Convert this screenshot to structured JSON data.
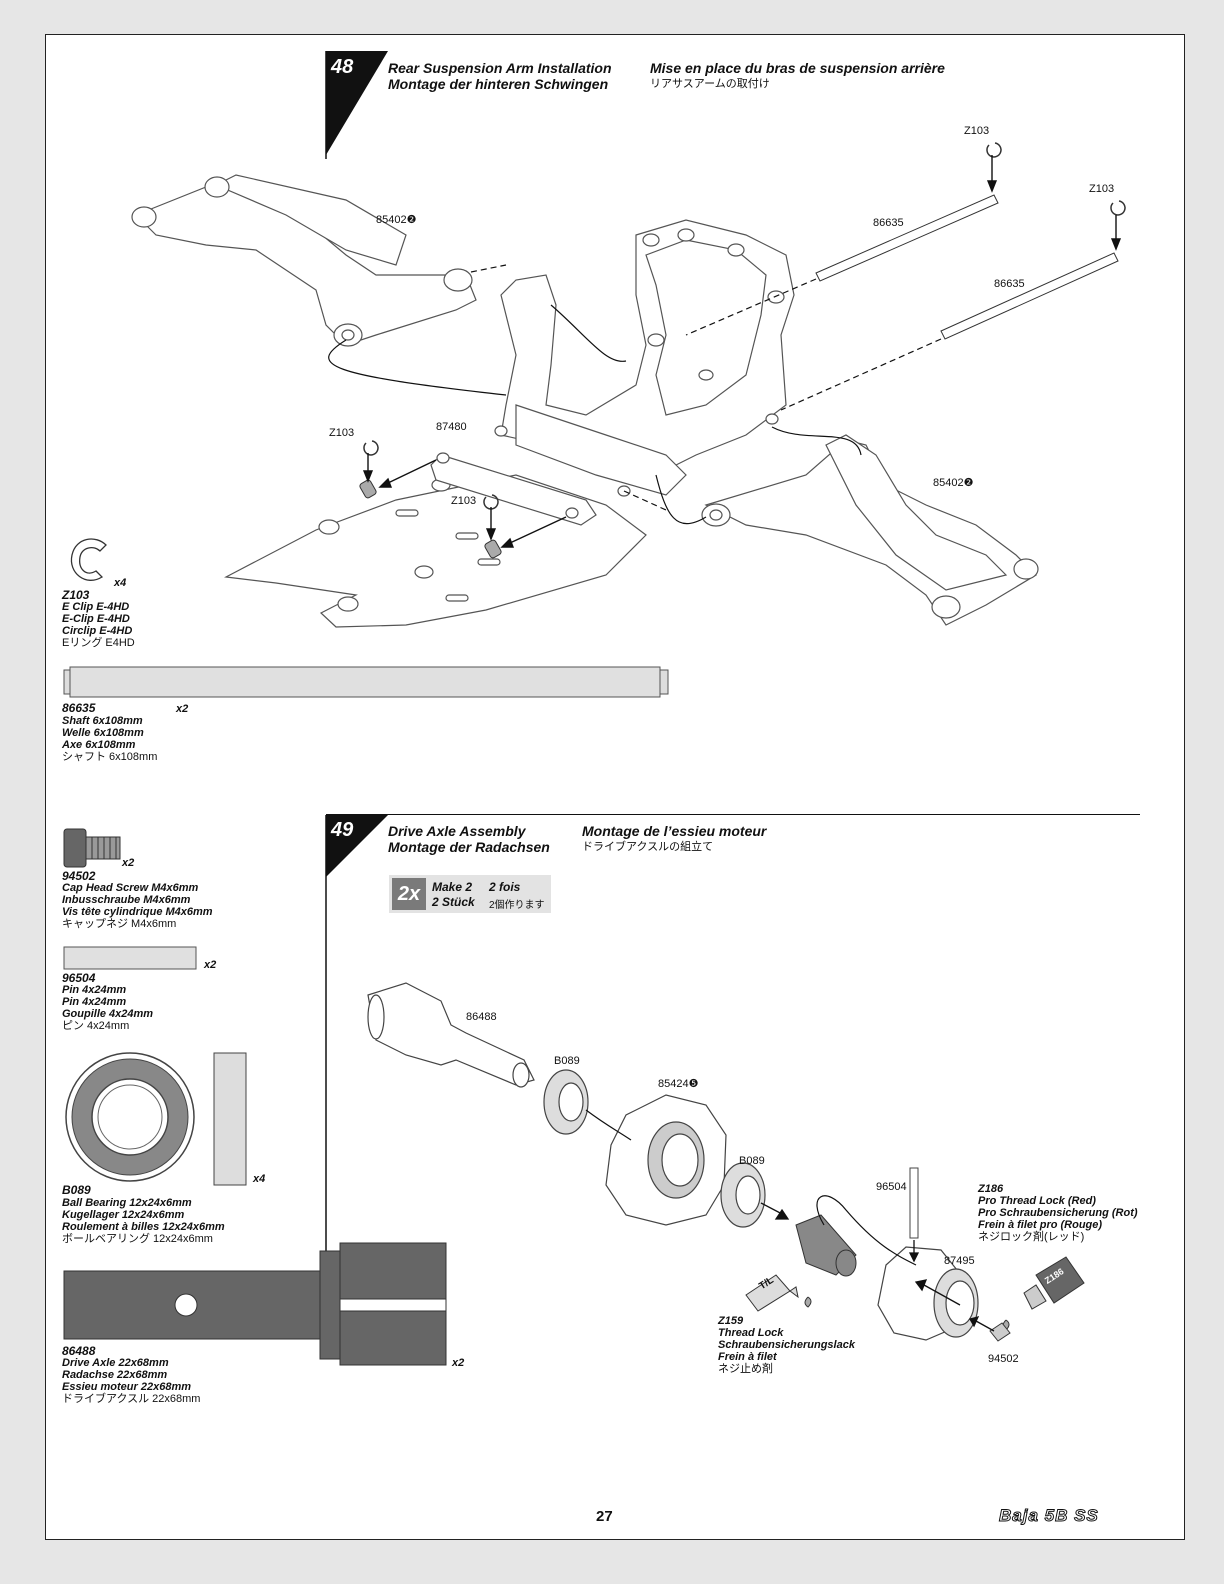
{
  "step48": {
    "number": "48",
    "title_en": "Rear Suspension Arm Installation",
    "title_de": "Montage der hinteren Schwingen",
    "title_fr": "Mise en place du bras de suspension arrière",
    "title_jp": "リアサスアームの取付け",
    "callouts": {
      "arm_left": "85402❷",
      "arm_right": "85402❷",
      "shaft_top": "86635",
      "shaft_mid": "86635",
      "clip_a": "Z103",
      "clip_b": "Z103",
      "clip_c": "Z103",
      "clip_d": "Z103",
      "plate": "87480"
    }
  },
  "step49": {
    "number": "49",
    "title_en": "Drive Axle Assembly",
    "title_de": "Montage der Radachsen",
    "title_fr": "Montage de l’essieu moteur",
    "title_jp": "ドライブアクスルの組立て",
    "make_badge": "2x",
    "make_en": "Make 2",
    "make_de": "2 Stück",
    "make_fr": "2 fois",
    "make_jp": "2個作ります",
    "callouts": {
      "axle": "86488",
      "bearing_a": "B089",
      "bearing_b": "B089",
      "carrier": "85424❺",
      "pin": "96504",
      "hex": "87495",
      "screw": "94502"
    },
    "z186": {
      "code": "Z186",
      "en": "Pro Thread Lock (Red)",
      "de": "Pro Schraubensicherung (Rot)",
      "fr": "Frein à filet pro (Rouge)",
      "jp": "ネジロック剤(レッド)"
    },
    "z159": {
      "code": "Z159",
      "en": "Thread Lock",
      "de": "Schraubensicherungslack",
      "fr": "Frein à filet",
      "jp": "ネジ止め剤",
      "tube_label": "T/L"
    },
    "z186_bottle_label": "Z186"
  },
  "parts": [
    {
      "code": "Z103",
      "en": "E Clip E-4HD",
      "de": "E-Clip E-4HD",
      "fr": "Circlip E-4HD",
      "jp": "Eリング E4HD",
      "qty": "x4"
    },
    {
      "code": "86635",
      "en": "Shaft 6x108mm",
      "de": "Welle 6x108mm",
      "fr": "Axe 6x108mm",
      "jp": "シャフト 6x108mm",
      "qty": "x2"
    },
    {
      "code": "94502",
      "en": "Cap Head Screw M4x6mm",
      "de": "Inbusschraube M4x6mm",
      "fr": "Vis tête cylindrique M4x6mm",
      "jp": "キャップネジ M4x6mm",
      "qty": "x2"
    },
    {
      "code": "96504",
      "en": "Pin 4x24mm",
      "de": "Pin 4x24mm",
      "fr": "Goupille 4x24mm",
      "jp": "ピン 4x24mm",
      "qty": "x2"
    },
    {
      "code": "B089",
      "en": "Ball Bearing 12x24x6mm",
      "de": "Kugellager 12x24x6mm",
      "fr": "Roulement à billes 12x24x6mm",
      "jp": "ボールベアリング 12x24x6mm",
      "qty": "x4"
    },
    {
      "code": "86488",
      "en": "Drive Axle 22x68mm",
      "de": "Radachse 22x68mm",
      "fr": "Essieu moteur 22x68mm",
      "jp": "ドライブアクスル 22x68mm",
      "qty": "x2"
    }
  ],
  "footer": {
    "page_number": "27",
    "logo_text": "Baja 5B SS"
  }
}
